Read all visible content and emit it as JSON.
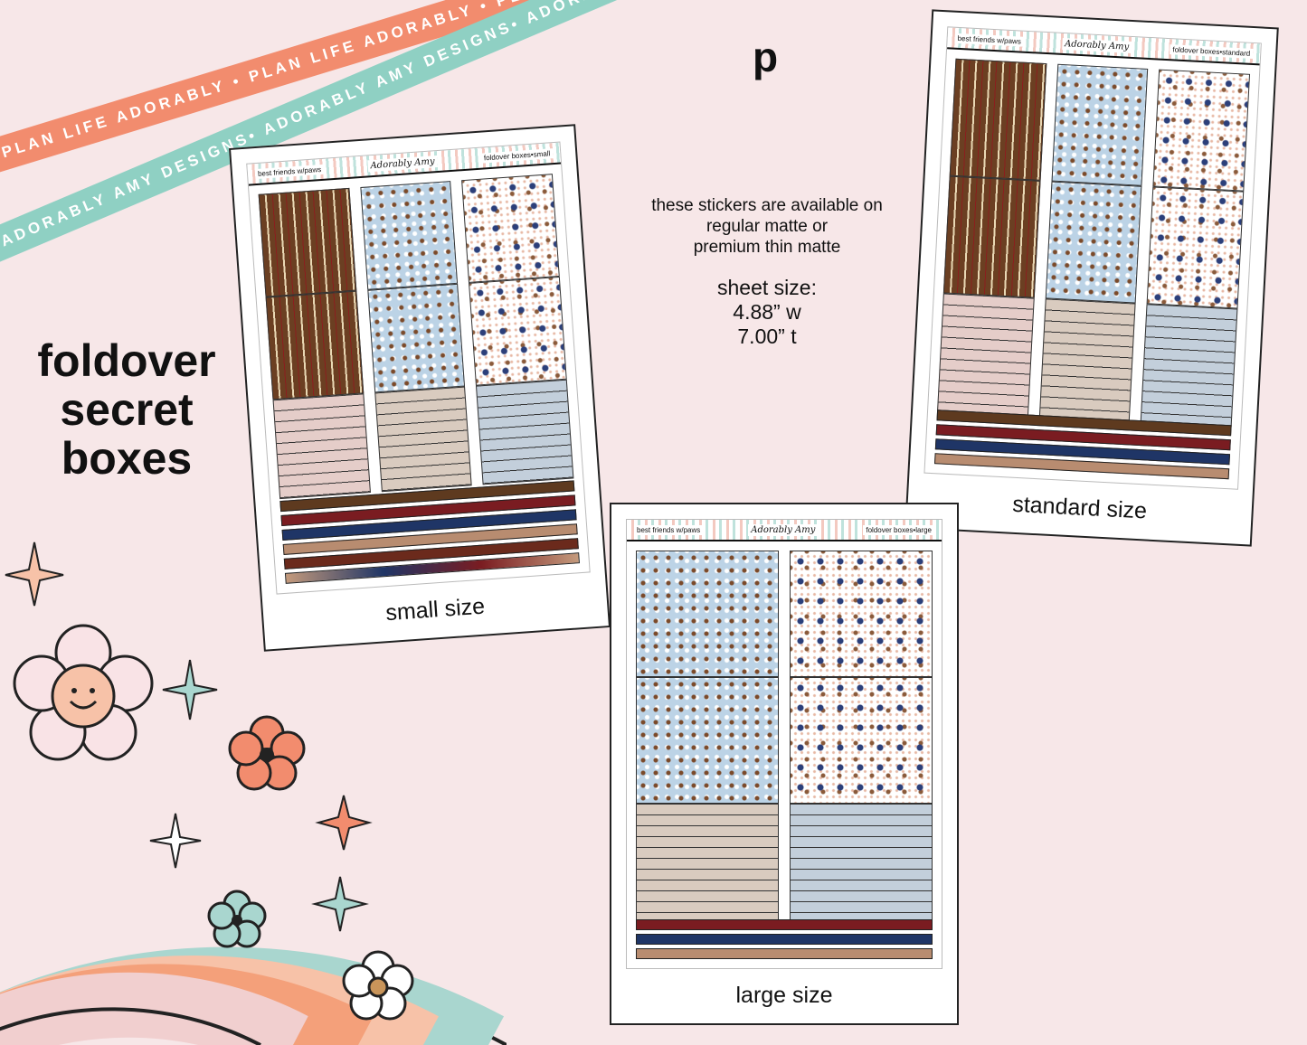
{
  "ribbons": {
    "top": "PLAN LIFE ADORABLY • PLAN LIFE ADORABLY • PLAN LIFE ADORABLY",
    "bottom": "ADORABLY AMY DESIGNS• ADORABLY AMY DESIGNS• ADORABLY AMY DESIGNS"
  },
  "title": {
    "line1": "foldover",
    "line2": "secret",
    "line3": "boxes"
  },
  "mark": "p",
  "info": {
    "line1": "these stickers are available on",
    "line2": "regular matte or",
    "line3": "premium thin matte",
    "size_title": "sheet size:",
    "width": "4.88” w",
    "height": "7.00” t"
  },
  "sheets": {
    "small": {
      "left_label": "best friends w/paws",
      "logo": "Adorably Amy",
      "right_label": "foldover boxes•small",
      "caption": "small size"
    },
    "standard": {
      "left_label": "best friends w/paws",
      "logo": "Adorably Amy",
      "right_label": "foldover boxes•standard",
      "caption": "standard size"
    },
    "large": {
      "left_label": "best friends w/paws",
      "logo": "Adorably Amy",
      "right_label": "foldover boxes•large",
      "caption": "large size"
    }
  },
  "colors": {
    "background": "#f7e7e8",
    "ribbon_orange": "#f28c6e",
    "ribbon_teal": "#8fd0c3",
    "strip_brown": "#5e3a1f",
    "strip_red": "#7a1c21",
    "strip_navy": "#1f3566",
    "strip_tan": "#b88c70"
  }
}
